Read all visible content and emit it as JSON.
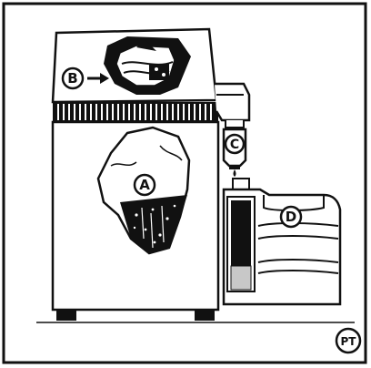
{
  "labels": {
    "a": "A",
    "b": "B",
    "c": "C",
    "d": "D"
  },
  "logo": {
    "text": "PT"
  },
  "colors": {
    "ink": "#111111",
    "paper": "#ffffff",
    "shade": "#c8c8c8"
  }
}
